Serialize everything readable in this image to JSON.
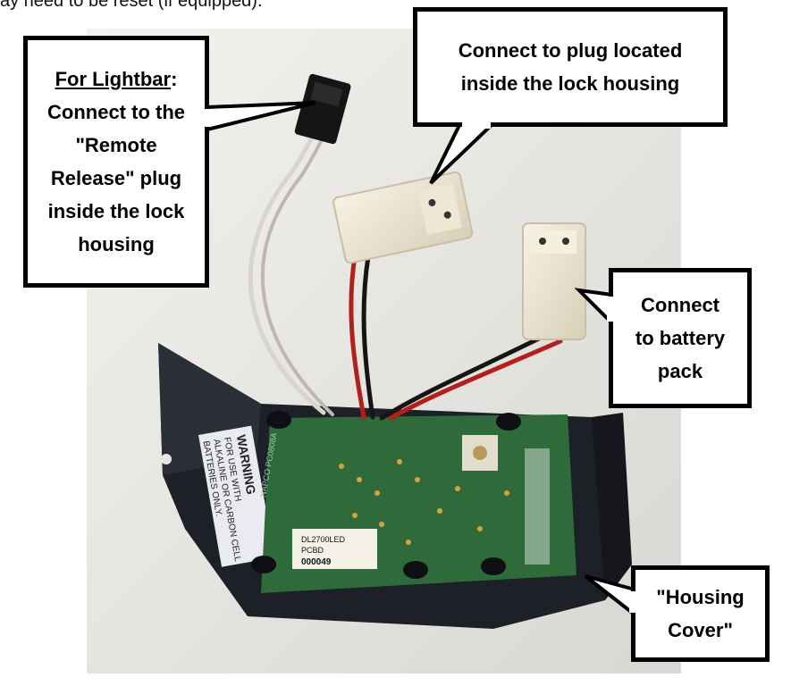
{
  "intro_text": "ay need to be reset (if equipped).",
  "callouts": {
    "lightbar": {
      "heading": "For Lightbar",
      "heading_suffix": ":",
      "lines": [
        "Connect to the",
        "\"Remote",
        "Release\" plug",
        "inside the lock",
        "housing"
      ]
    },
    "lock_plug": {
      "lines": [
        "Connect to plug located",
        "inside the lock housing"
      ]
    },
    "battery": {
      "lines": [
        "Connect",
        "to battery",
        "pack"
      ]
    },
    "housing": {
      "lines": [
        "\"Housing",
        "Cover\""
      ]
    }
  },
  "photo": {
    "label_warning": "WARNING",
    "label_line2": "FOR USE WITH",
    "label_line3": "ALKALINE OR CARBON CELL",
    "label_line4": "BATTERIES ONLY.",
    "pcb_label_1": "DL2700LED",
    "pcb_label_2": "PCBD",
    "pcb_serial": "000049",
    "pcb_brand": "NAPCO PC0808A",
    "colors": {
      "housing": "#1d2026",
      "pcb": "#2f6b3a",
      "connector": "#efe9d8"
    }
  }
}
